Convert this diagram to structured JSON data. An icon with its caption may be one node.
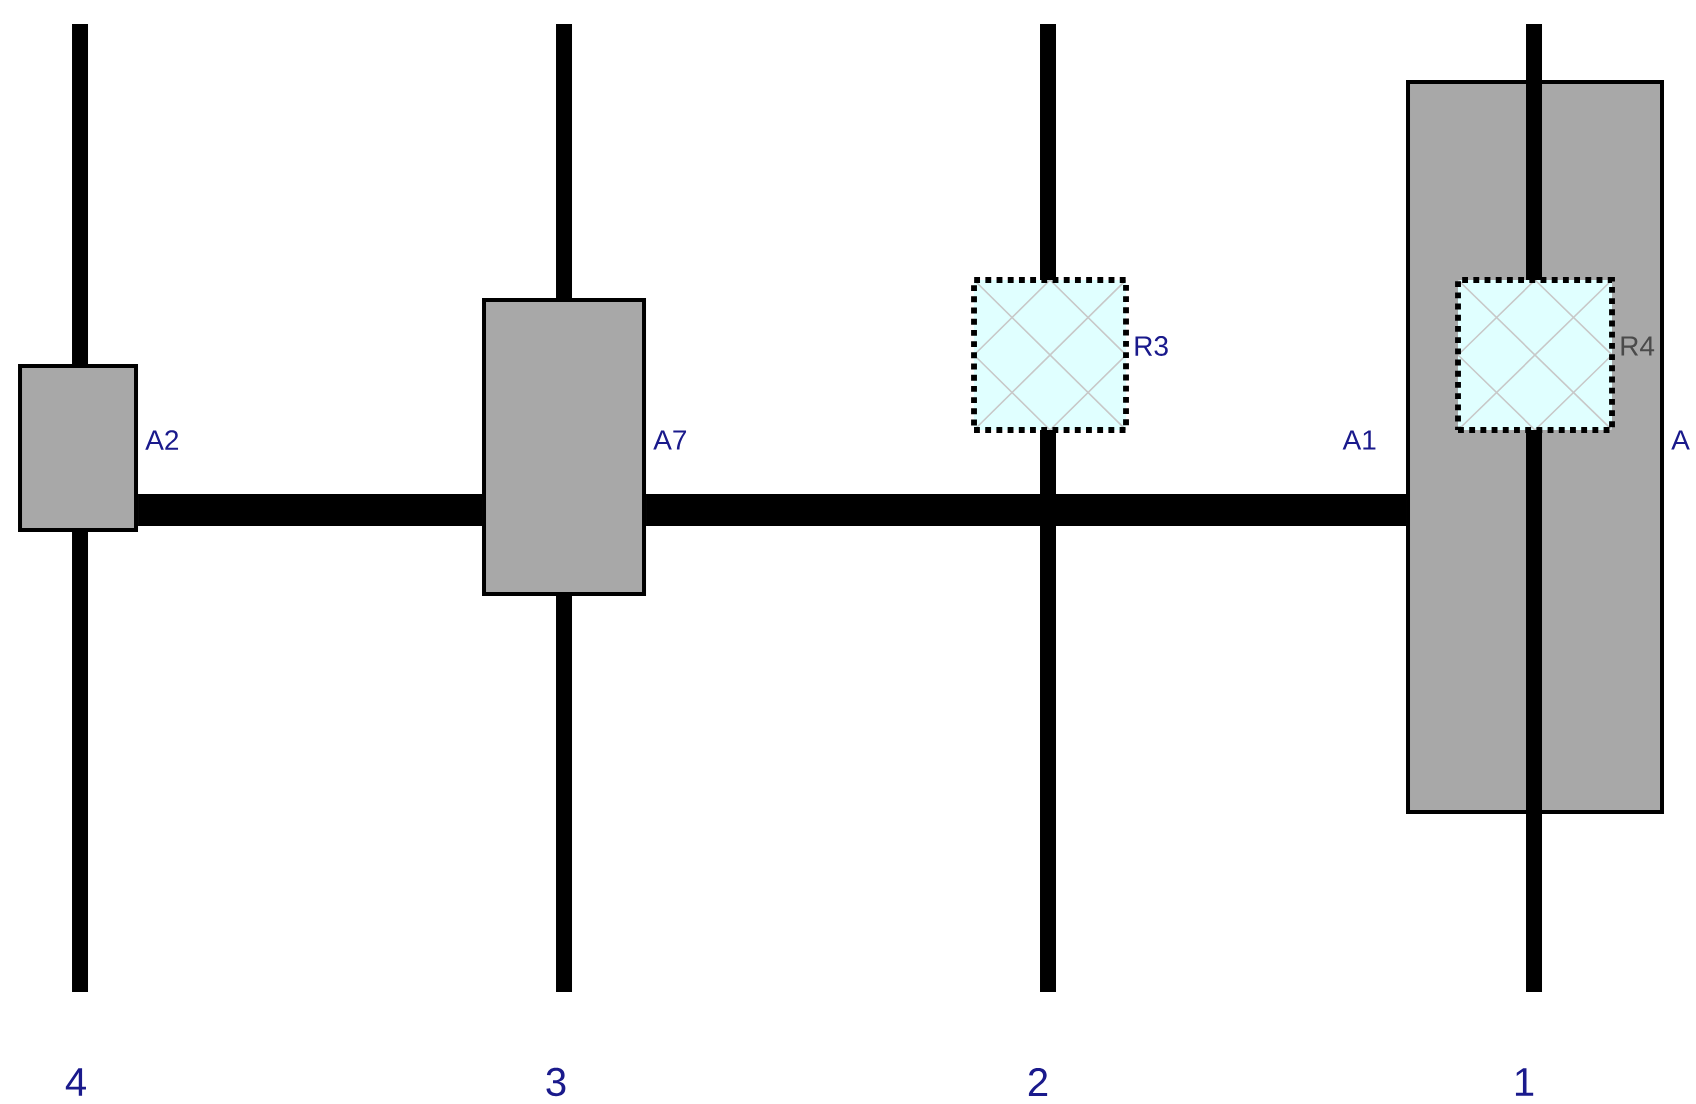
{
  "diagram": {
    "nodes": [
      {
        "text": [],
        "shape": "box",
        "beside": [
          "A2"
        ]
      },
      {
        "text": [],
        "shape": "box",
        "beside": [
          "A7"
        ]
      },
      {
        "text": [],
        "shape": "box",
        "beside": [
          "R3"
        ]
      },
      {
        "text": [],
        "shape": "box",
        "beside": [
          "A1",
          "A"
        ]
      },
      {
        "text": [],
        "shape": "box",
        "beside": [
          "R4"
        ],
        "in": 3
      }
    ],
    "edges": [
      {
        "from": 0,
        "to": 1,
        "arrow": "none"
      },
      {
        "from": 1,
        "to": 3,
        "arrow": "none"
      }
    ],
    "labels": [
      "4",
      "3",
      "2",
      "1"
    ]
  }
}
